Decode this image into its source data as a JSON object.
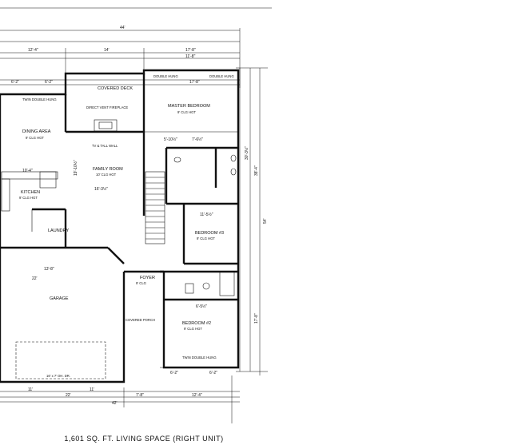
{
  "plan": {
    "caption": "1,601 SQ. FT. LIVING SPACE (RIGHT UNIT)",
    "rooms": {
      "covered_deck": "COVERED DECK",
      "master_bedroom": "MASTER BEDROOM",
      "master_bedroom_ceiling": "9' CLG HGT",
      "dining_area": "DINING AREA",
      "dining_ceiling": "9' CLG HGT",
      "family_room": "FAMILY ROOM",
      "family_ceiling": "10' CLG HGT",
      "kitchen": "KITCHEN",
      "kitchen_ceiling": "9' CLG HGT",
      "laundry": "LAUNDRY",
      "bedroom3": "BEDROOM #3",
      "bedroom3_ceiling": "9' CLG HGT",
      "bedroom2": "BEDROOM #2",
      "bedroom2_ceiling": "9' CLG HGT",
      "foyer": "FOYER",
      "foyer_ceiling": "9' CLG",
      "garage": "GARAGE",
      "covered_porch": "COVERED PORCH",
      "garage_door": "16' x 7' OH. DR."
    },
    "dimensions": {
      "overall_width": "44'",
      "overall_width_bottom": "42'",
      "overall_depth": "54'",
      "left_top_a": "12'-4\"",
      "mid_top_14": "14'",
      "right_top_17_8": "17'-8\"",
      "mbr_width": "17'-8\"",
      "mbr_11_8": "11'-8\"",
      "dining_6_2a": "6'-2\"",
      "dining_6_2b": "6'-2\"",
      "depth_30": "30'-3½\"",
      "depth_38": "38'-4\"",
      "depth_17_8": "17'-8\"",
      "garage_22": "22'",
      "garage_11a": "11'",
      "garage_11b": "11'",
      "bottom_7_8": "7'-8\"",
      "bottom_12_4": "12'-4\"",
      "br2_6_2a": "6'-2\"",
      "br2_6_2b": "6'-2\"",
      "family_16_3": "16'-3½\"",
      "family_13_8": "13'-8\"",
      "kitchen_10_4": "10'-4\"",
      "hall_19_10": "19'-10½\"",
      "bath_5_10": "5'-10½\"",
      "bath_7_6": "7'-6½\"",
      "br3_11_5": "11'-5½\"",
      "bath_6_5": "6'-5½\"",
      "window_twin": "TWIN DOUBLE HUNG",
      "window_double": "DOUBLE HUNG",
      "tv_wall": "TV & TALL WALL",
      "direct_vent": "DIRECT VENT FIREPLACE"
    }
  }
}
